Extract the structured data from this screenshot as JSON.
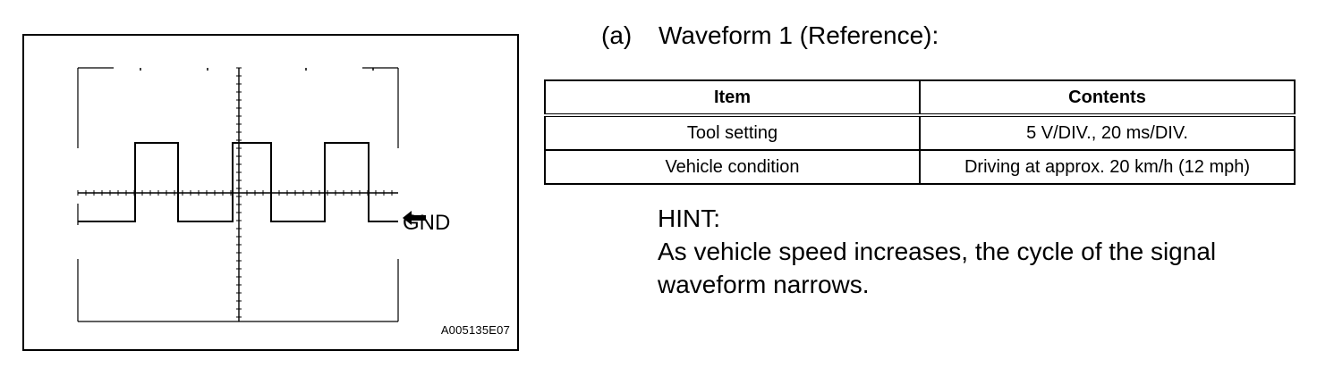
{
  "figure": {
    "id_label": "A005135E07",
    "ground_label": "GND",
    "ground_arrow_icon": "left-arrow-icon",
    "waveform": {
      "type": "square-wave",
      "pulses": 3
    }
  },
  "section": {
    "number": "(a)",
    "title": "Waveform 1 (Reference):"
  },
  "table": {
    "headers": [
      "Item",
      "Contents"
    ],
    "rows": [
      [
        "Tool setting",
        "5 V/DIV., 20 ms/DIV."
      ],
      [
        "Vehicle condition",
        "Driving at approx. 20 km/h (12 mph)"
      ]
    ]
  },
  "hint": {
    "heading": "HINT:",
    "text": "As vehicle speed increases, the cycle of the signal waveform narrows."
  }
}
